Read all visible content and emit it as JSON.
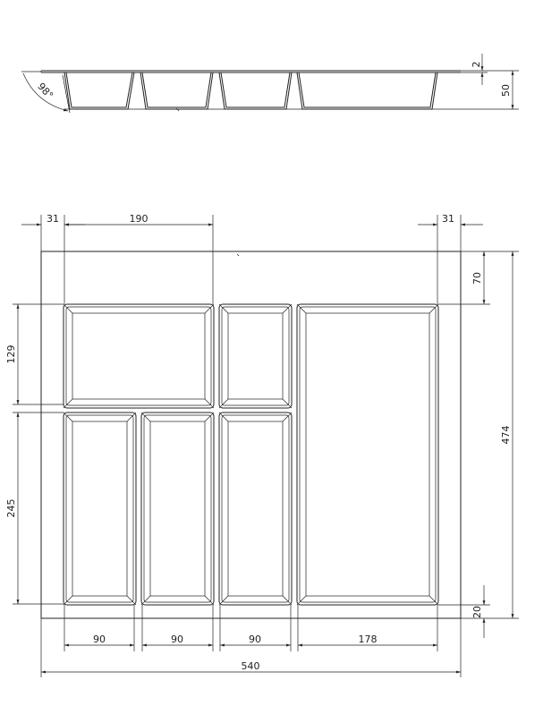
{
  "top_view": {
    "dims": {
      "thickness": "2",
      "height": "50",
      "angle": "98°"
    }
  },
  "plan_view": {
    "dims": {
      "left_margin": "31",
      "top_left_width": "190",
      "right_margin": "31",
      "top_margin": "70",
      "total_depth": "474",
      "left_upper_height": "129",
      "left_lower_height": "245",
      "bottom_margin": "20",
      "col1_width": "90",
      "col2_width": "90",
      "col3_width": "90",
      "col4_width": "178",
      "total_width": "540"
    }
  }
}
